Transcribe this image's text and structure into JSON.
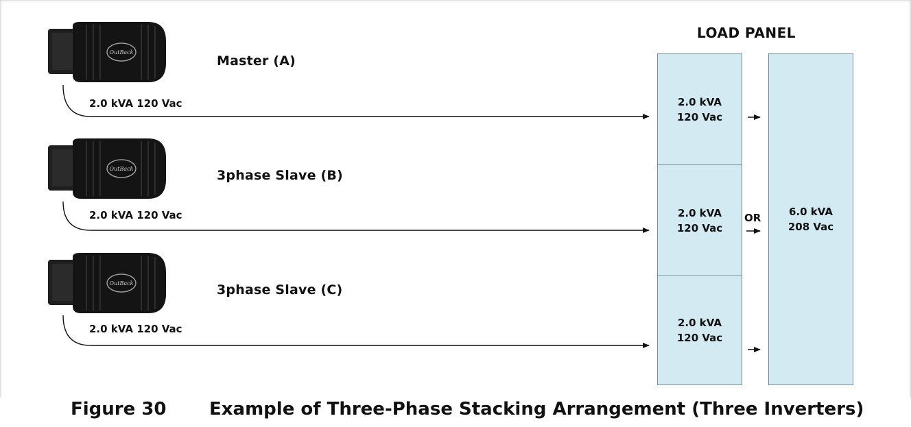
{
  "inverters": [
    {
      "name": "Master (A)",
      "rating": "2.0 kVA 120 Vac",
      "logo": "OutBack"
    },
    {
      "name": "3phase Slave (B)",
      "rating": "2.0 kVA 120 Vac",
      "logo": "OutBack"
    },
    {
      "name": "3phase Slave (C)",
      "rating": "2.0 kVA 120 Vac",
      "logo": "OutBack"
    }
  ],
  "load_panel": {
    "title": "LOAD PANEL",
    "cells": [
      {
        "kva": "2.0 kVA",
        "vac": "120 Vac"
      },
      {
        "kva": "2.0 kVA",
        "vac": "120 Vac"
      },
      {
        "kva": "2.0 kVA",
        "vac": "120 Vac"
      }
    ],
    "or_label": "OR",
    "total": {
      "kva": "6.0 kVA",
      "vac": "208 Vac"
    }
  },
  "caption": {
    "number": "Figure 30",
    "text": "Example of Three-Phase Stacking Arrangement (Three Inverters)"
  },
  "colors": {
    "panel_fill": "#d3eaf2",
    "panel_border": "#6f8e98",
    "inverter_body": "#1a1a1a",
    "caption": "#111111"
  },
  "icons": {
    "inverter": "outback-inverter-icon",
    "arrow": "right-arrow-icon"
  }
}
